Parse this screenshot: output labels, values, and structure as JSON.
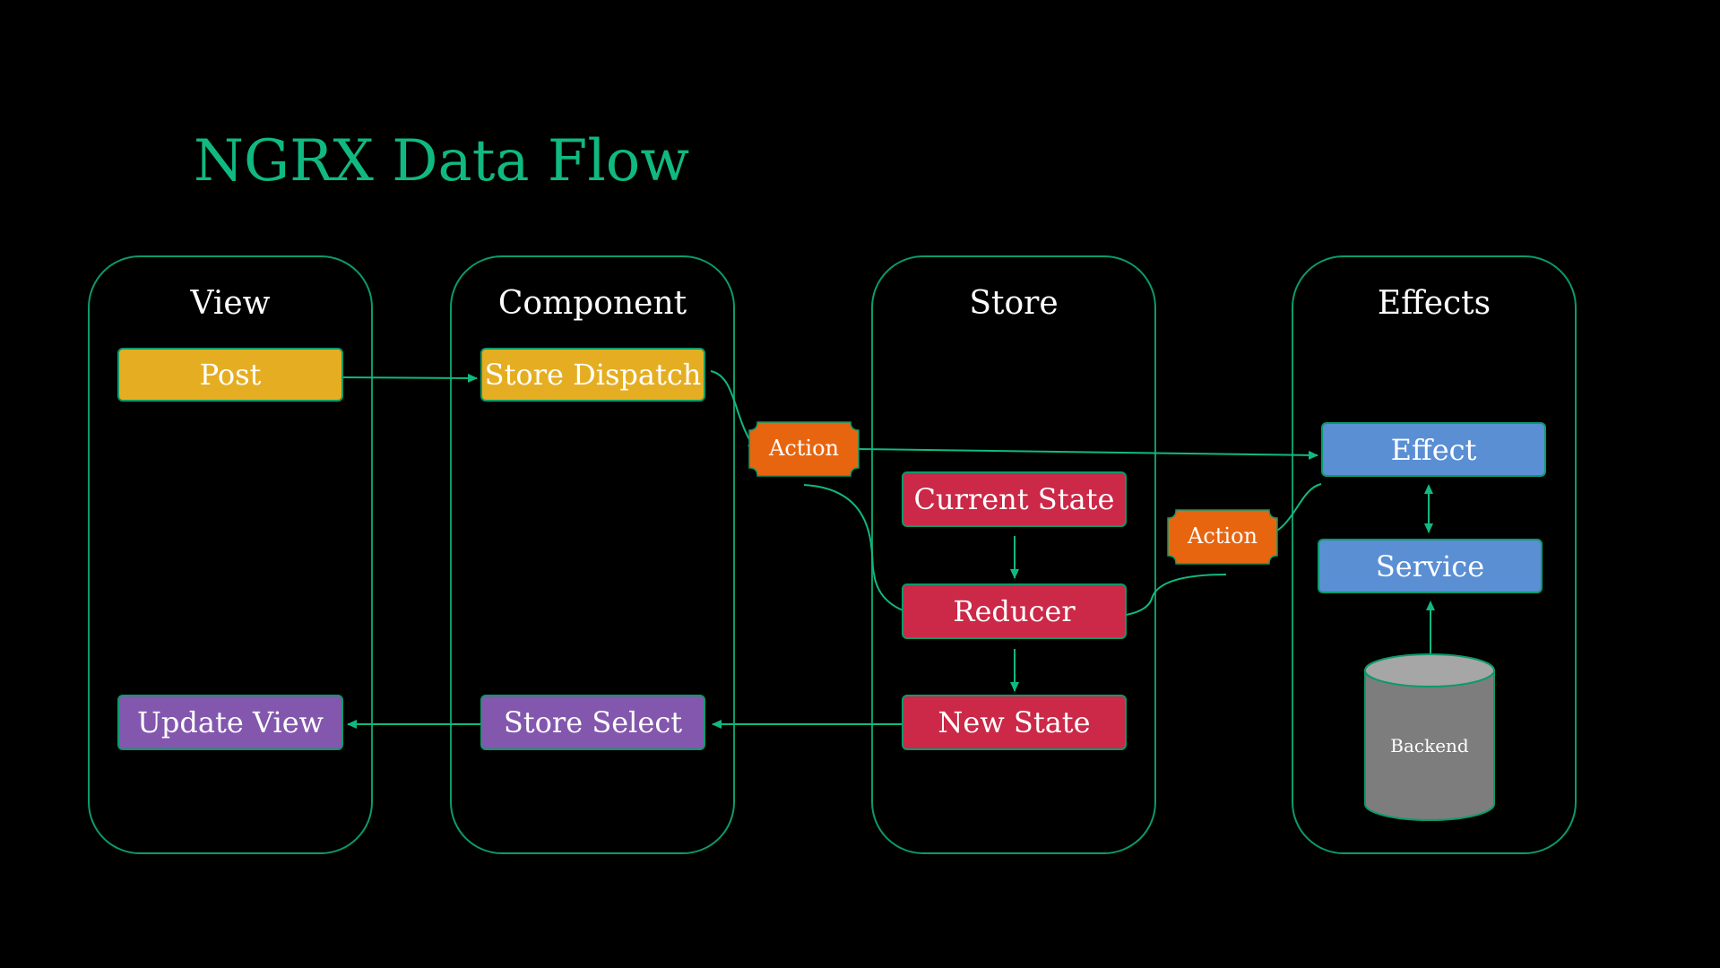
{
  "title": "NGRX Data Flow",
  "lanes": {
    "view": "View",
    "component": "Component",
    "store": "Store",
    "effects": "Effects"
  },
  "nodes": {
    "post": "Post",
    "update_view": "Update View",
    "store_dispatch": "Store Dispatch",
    "store_select": "Store Select",
    "current_state": "Current State",
    "reducer": "Reducer",
    "new_state": "New State",
    "effect": "Effect",
    "service": "Service",
    "backend": "Backend"
  },
  "actions": {
    "dispatched": "Action",
    "returned": "Action"
  },
  "colors": {
    "background": "#000000",
    "accent": "#10b981",
    "border": "#0c9a6c",
    "view_component": "#e5ae22",
    "selection": "#8357ad",
    "store_state": "#cc2848",
    "effects": "#5a8fd4",
    "action": "#e8650f",
    "backend": "#7d7d7d"
  }
}
